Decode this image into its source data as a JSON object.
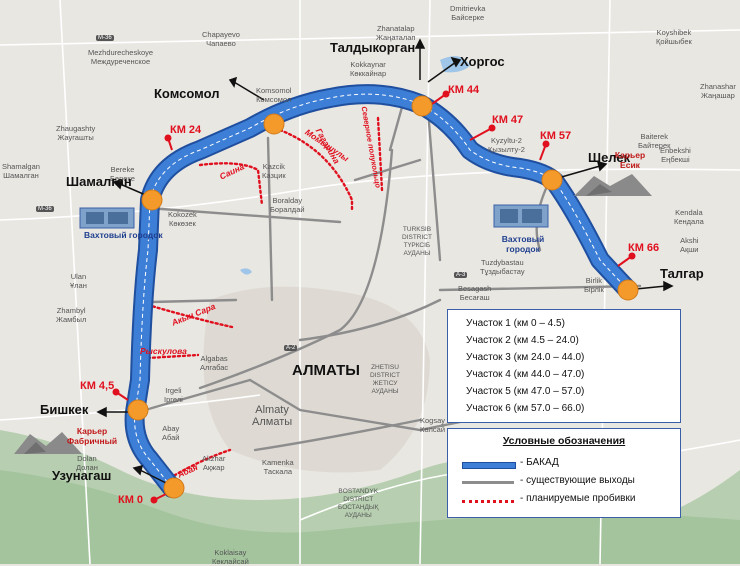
{
  "cities": {
    "taldykorgan": "Талдыкорган",
    "khorgos": "Хоргос",
    "komsomol": "Комсомол",
    "shelek": "Шелек",
    "shamalgan": "Шамалган",
    "talgar": "Талгар",
    "bishkek": "Бишкек",
    "uzunagash": "Узунагаш",
    "almaty": "АЛМАТЫ"
  },
  "km_markers": [
    "КМ 0",
    "КМ 4,5",
    "КМ 24",
    "КМ 44",
    "КМ 47",
    "КМ 57",
    "КМ 66"
  ],
  "planned_streets": {
    "sain": "Саина",
    "momyshuly": "Момышулы",
    "ryskulov": "Рыскулова",
    "akyn_sara": "Акын Сара",
    "abai": "Абая",
    "gagarin": "Гагарина",
    "severnoe_polukoltso": "Северное полукольцо"
  },
  "facilities": {
    "camp_left": "Вахтовый городок",
    "camp_right": "Вахтовый городок",
    "quarry_esik": "Карьер Есик",
    "quarry_fabrichny": "Карьер Фабричный"
  },
  "almaty_sub": [
    "Almaty",
    "Алматы"
  ],
  "background_towns": [
    [
      "Dmitrievka",
      "Байсерке"
    ],
    [
      "Zhanatalap",
      "Жаңаталап"
    ],
    [
      "Koyshibek",
      "Қойшыбек"
    ],
    [
      "Chapayevo",
      "Чапаево"
    ],
    [
      "Mezhdurecheskoye",
      "Междуреченское"
    ],
    [
      "Komsomol",
      "Комсомол"
    ],
    [
      "Kokkaynar",
      "Көккайнар"
    ],
    [
      "Zhaugashty",
      "Жаугашты"
    ],
    [
      "Bereke",
      "Береке"
    ],
    [
      "Shamalgan",
      "Шамалган"
    ],
    [
      "Kazcik",
      "Казцик"
    ],
    [
      "Kokozek",
      "Көкөзек"
    ],
    [
      "Boralday",
      "Боралдай"
    ],
    [
      "Baiterek",
      "Байтерек"
    ],
    [
      "Enbekshi",
      "Еңбекші"
    ],
    [
      "Kendala",
      "Кендала"
    ],
    [
      "Akshi",
      "Ақши"
    ],
    [
      "Kyzyltu-2",
      "Қызылту-2"
    ],
    [
      "Zhanashar",
      "Жаңашар"
    ],
    [
      "Tuzdybastau",
      "Тұздыбастау"
    ],
    [
      "Besagash",
      "Бесағаш"
    ],
    [
      "Birlik",
      "Бірлік"
    ],
    [
      "Algabas",
      "Алгабас"
    ],
    [
      "Irgeli",
      "Іргелі"
    ],
    [
      "Abay",
      "Абай"
    ],
    [
      "Akzhar",
      "Ақжар"
    ],
    [
      "Kamenka",
      "Таскала"
    ],
    [
      "Kogsay",
      "Көлсай"
    ],
    [
      "Dolan",
      "Долан"
    ],
    [
      "Zhambyl",
      "Жамбыл"
    ],
    [
      "Ulan",
      "Ұлан"
    ],
    [
      "Koklaisay",
      "Көклайсай"
    ]
  ],
  "districts": [
    [
      "TURKSIB",
      "DISTRICT",
      "ТҮРКСІБ",
      "АУДАНЫ"
    ],
    [
      "ZHETISU",
      "DISTRICT",
      "ЖЕТІСУ",
      "АУДАНЫ"
    ],
    [
      "BOSTANDYK",
      "DISTRICT",
      "БОСТАНДЫҚ",
      "АУДАНЫ"
    ]
  ],
  "highways": [
    "M-36",
    "A-2",
    "A-3"
  ],
  "sections": [
    "Участок 1 (км 0 – 4.5)",
    "Участок 2 (км 4.5 – 24.0)",
    "Участок 3 (км 24.0 – 44.0)",
    "Участок 4 (км 44.0 – 47.0)",
    "Участок 5 (км 47.0 – 57.0)",
    "Участок 6 (км 57.0 – 66.0)"
  ],
  "legend": {
    "title": "Условные обозначения",
    "items": [
      "- БАКАД",
      "- существующие выходы",
      "- планируемые пробивки"
    ]
  },
  "colors": {
    "bakad": "#3d7fd6",
    "junction": "#f39a2b",
    "existing": "#8d8d8d",
    "planned": "#e0101e",
    "km": "#e0101e"
  }
}
